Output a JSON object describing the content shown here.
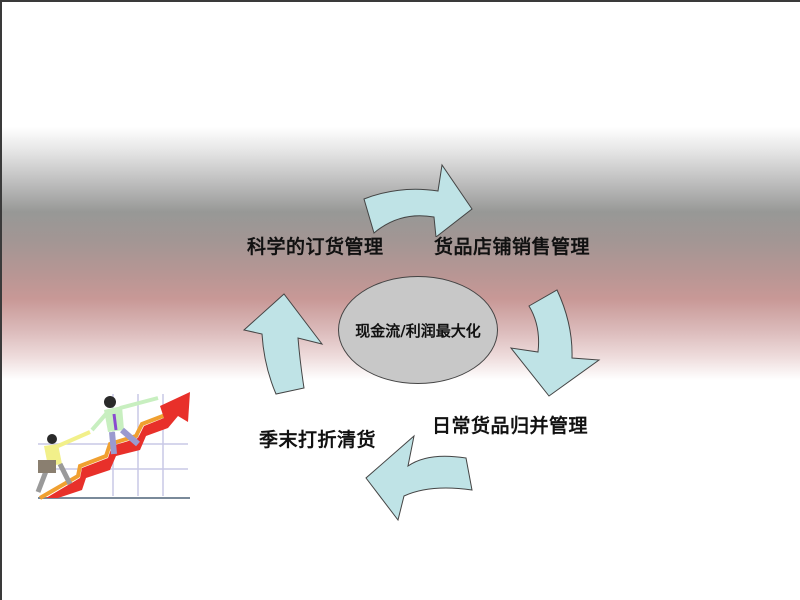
{
  "diagram": {
    "type": "cycle",
    "center": {
      "label": "现金流/利润最大化"
    },
    "steps": [
      {
        "label": "科学的订货管理"
      },
      {
        "label": "货品店铺销售管理"
      },
      {
        "label": "日常货品归并管理"
      },
      {
        "label": "季末打折清货"
      }
    ],
    "arrow_fill": "#bfe3e6",
    "arrow_stroke": "#444444",
    "ellipse_fill": "#c8c8c8"
  },
  "clipart": {
    "description": "businessmen climbing red rising arrow"
  }
}
